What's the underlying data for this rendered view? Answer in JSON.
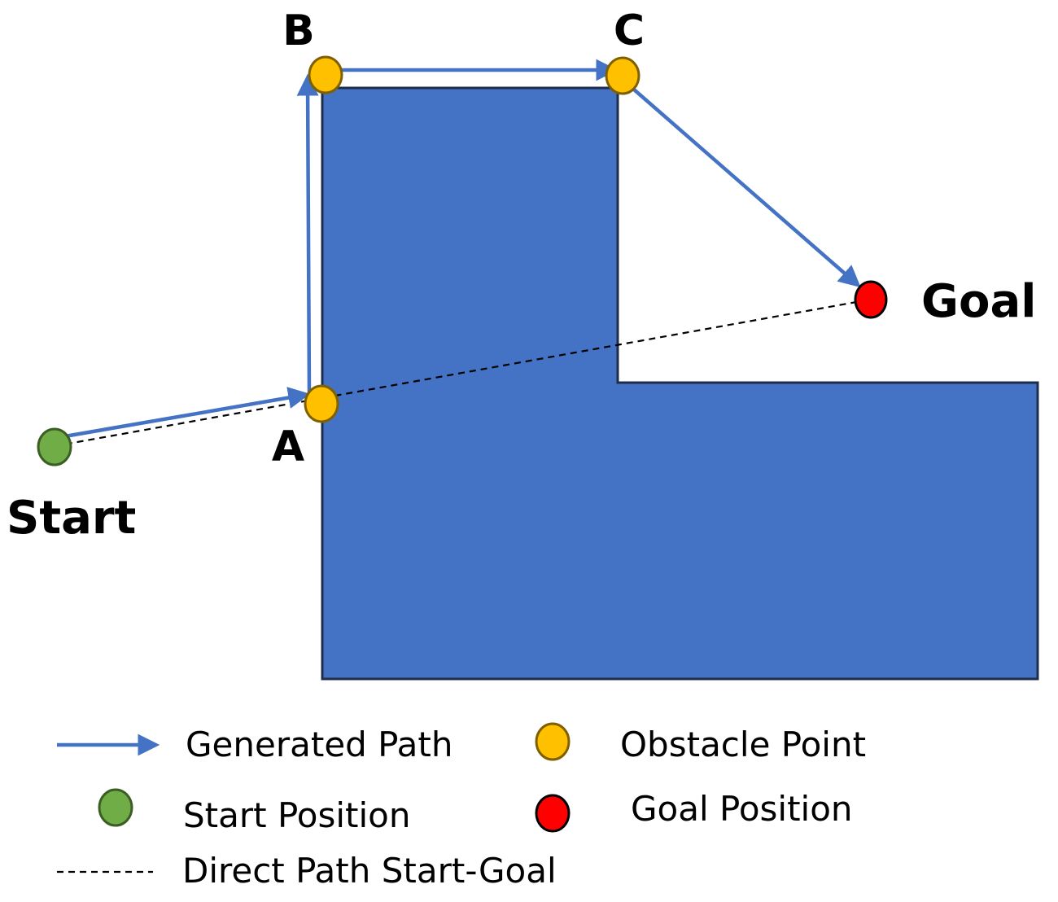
{
  "colors": {
    "obstacle_fill": "#4472C4",
    "obstacle_stroke": "#1F2D4D",
    "path": "#4472C4",
    "direct_path": "#000000",
    "start_fill": "#70AD47",
    "start_stroke": "#3B5E24",
    "obstacle_point_fill": "#FFC000",
    "obstacle_point_stroke": "#7F6000",
    "goal_fill": "#FF0000",
    "goal_stroke": "#000000"
  },
  "labels": {
    "a": "A",
    "b": "B",
    "c": "C",
    "start": "Start",
    "goal": "Goal"
  },
  "legend": {
    "generated_path": "Generated Path",
    "obstacle_point": "Obstacle Point",
    "start_position": "Start Position",
    "goal_position": "Goal Position",
    "direct_path": "Direct Path Start-Goal"
  }
}
